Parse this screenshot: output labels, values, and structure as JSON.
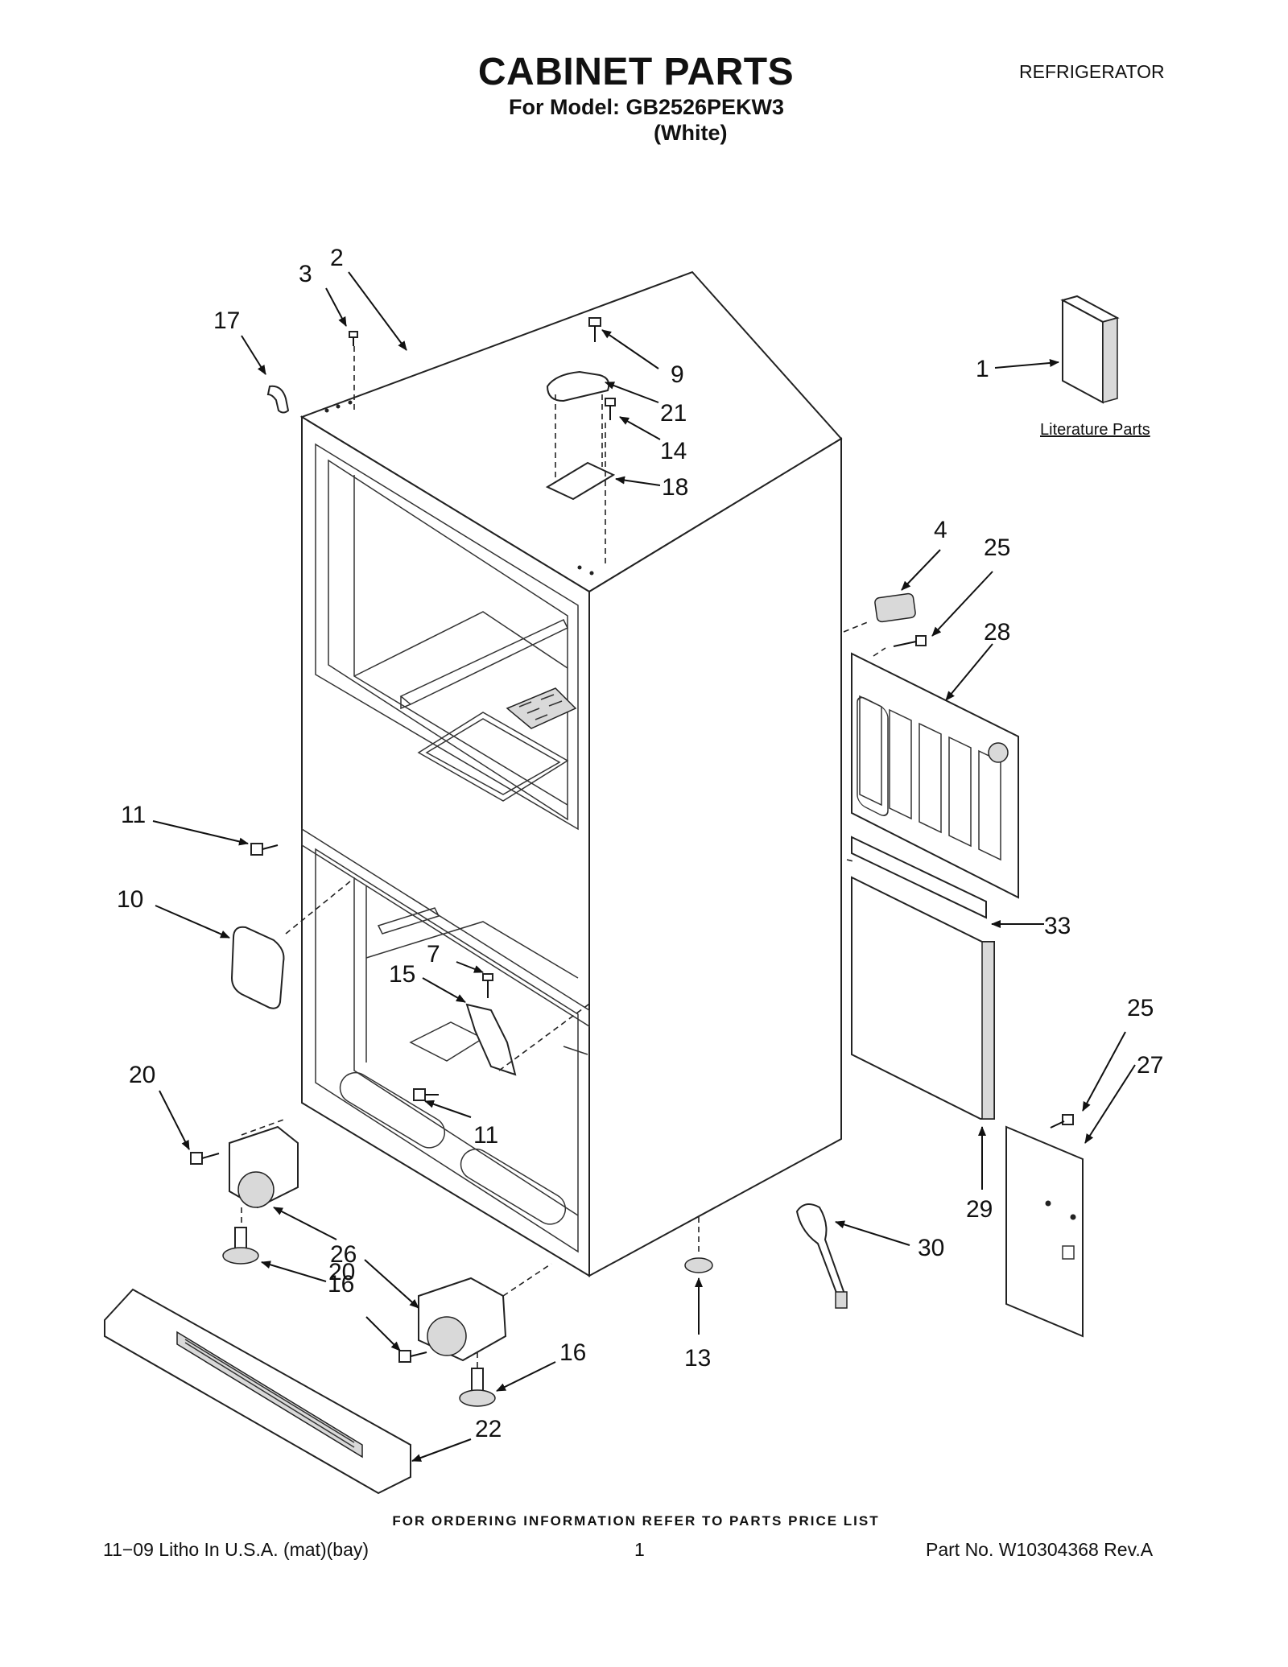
{
  "header": {
    "title": "CABINET PARTS",
    "model": "For Model: GB2526PEKW3",
    "color": "(White)",
    "category": "REFRIGERATOR"
  },
  "diagram": {
    "literature_label": "Literature Parts",
    "callouts": [
      "1",
      "2",
      "3",
      "4",
      "7",
      "9",
      "10",
      "11",
      "11",
      "13",
      "14",
      "15",
      "16",
      "16",
      "17",
      "18",
      "20",
      "20",
      "21",
      "22",
      "25",
      "25",
      "26",
      "27",
      "28",
      "29",
      "30",
      "33"
    ]
  },
  "footer": {
    "order_note": "FOR ORDERING INFORMATION REFER TO PARTS PRICE LIST",
    "litho": "11−09 Litho In U.S.A. (mat)(bay)",
    "page": "1",
    "part_no": "Part No. W10304368 Rev.A"
  }
}
